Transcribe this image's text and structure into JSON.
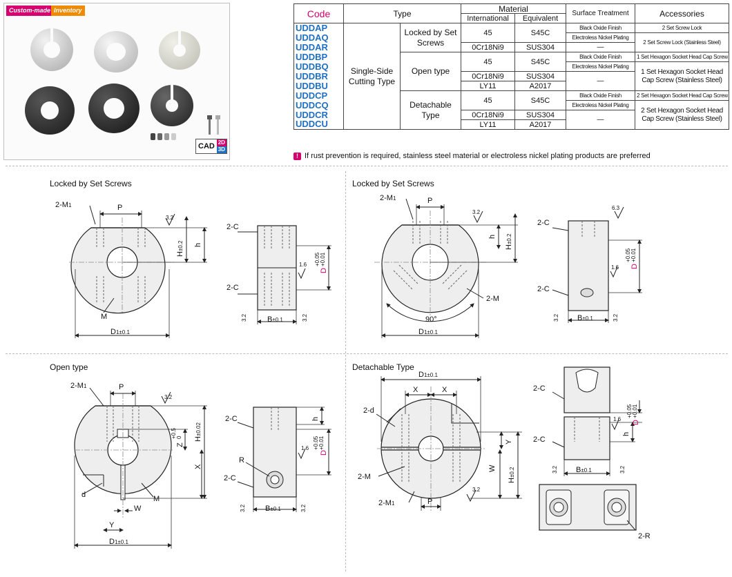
{
  "photo_panel": {
    "tags": {
      "custom": "Custom-made",
      "inventory": "Inventory"
    },
    "cad": {
      "label": "CAD",
      "d2": "2D",
      "d3": "3D"
    }
  },
  "table": {
    "headers": {
      "code": "Code",
      "type": "Type",
      "material": "Material",
      "international": "International",
      "equivalent": "Equivalent",
      "surface": "Surface Treatment",
      "accessories": "Accessories"
    },
    "codes": [
      "UDDAP",
      "UDDAQ",
      "UDDAR",
      "UDDBP",
      "UDDBQ",
      "UDDBR",
      "UDDBU",
      "UDDCP",
      "UDDCQ",
      "UDDCR",
      "UDDCU"
    ],
    "type_main": "Single-Side Cutting Type",
    "subtypes": {
      "a": "Locked by Set Screws",
      "b": "Open type",
      "c": "Detachable Type"
    },
    "materials": {
      "m45": "45",
      "s45c": "S45C",
      "cr": "0Cr18Ni9",
      "sus": "SUS304",
      "ly": "LY11",
      "a2017": "A2017"
    },
    "surface": {
      "black": "Black Oxide Finish",
      "nickel": "Electroless Nickel Plating",
      "dash": "—"
    },
    "accessories": {
      "a1": "2 Set Screw Lock",
      "a2": "2 Set Screw Lock (Stainless Steel)",
      "b1": "1 Set Hexagon Socket Head Cap Screw",
      "b2": "1 Set Hexagon Socket Head Cap Screw (Stainless Steel)",
      "c1": "2 Set Hexagon Socket Head Cap Screw",
      "c2": "2 Set Hexagon Socket Head Cap Screw (Stainless Steel)"
    }
  },
  "note": {
    "icon": "!",
    "text": "If rust prevention is required, stainless steel material or electroless nickel plating products are preferred"
  },
  "sections": {
    "s1": "Locked by Set Screws",
    "s2": "Locked by Set Screws",
    "s3": "Open type",
    "s4": "Detachable Type"
  },
  "labels": {
    "two_m1": "2-M",
    "sub1": "1",
    "p": "P",
    "h": "h",
    "H": "H",
    "pm02": "±0.2",
    "pm002": "±0.02",
    "pm01": "±0.1",
    "M": "M",
    "D1": "D",
    "D": "D",
    "tol_p": "+0.05",
    "tol_m": "+0.01",
    "two_c": "2-C",
    "B": "B",
    "r32": "3.2",
    "r16": "1.6",
    "r63": "6.3",
    "two_m": "2-M",
    "deg90": "90°",
    "Z": "Z",
    "ztol_p": "+0.5",
    "ztol_m": "0",
    "X": "X",
    "d": "d",
    "W": "W",
    "Y": "Y",
    "R": "R",
    "two_d": "2-d",
    "two_r": "2-R"
  },
  "colors": {
    "magenta": "#d6006e",
    "blue": "#1f6fc2",
    "orange": "#f08a00"
  }
}
